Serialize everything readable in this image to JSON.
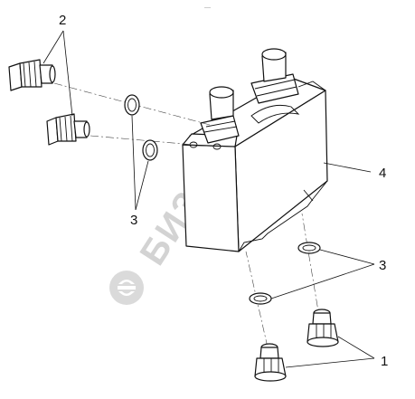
{
  "callouts": {
    "fitting_top": "2",
    "valve_block": "4",
    "washers_left": "3",
    "washers_right": "3",
    "fittings_bottom": "1"
  },
  "watermark": {
    "text": "БИЗОН",
    "logo": "bizon-logo-icon",
    "color": "#cfcfcf"
  },
  "corner_mark": "—"
}
